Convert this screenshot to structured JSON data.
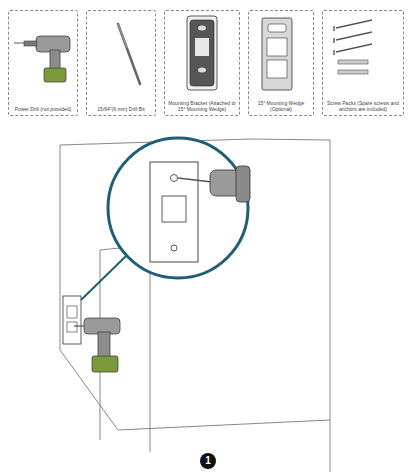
{
  "diagram": {
    "nodes": [
      {
        "text": [
          "Power Drill (not provided)"
        ]
      },
      {
        "text": [
          "15/64\"(6 mm) Drill Bit"
        ]
      },
      {
        "text": [
          "Mounting Bracket (Attached to 15° Mounting Wedge)"
        ]
      },
      {
        "text": [
          "15° Mounting Wedge (Optional)"
        ]
      },
      {
        "text": [
          "Screw Packs (Spare screws and anchors are included)"
        ]
      },
      {
        "text": [
          "1"
        ]
      }
    ]
  }
}
